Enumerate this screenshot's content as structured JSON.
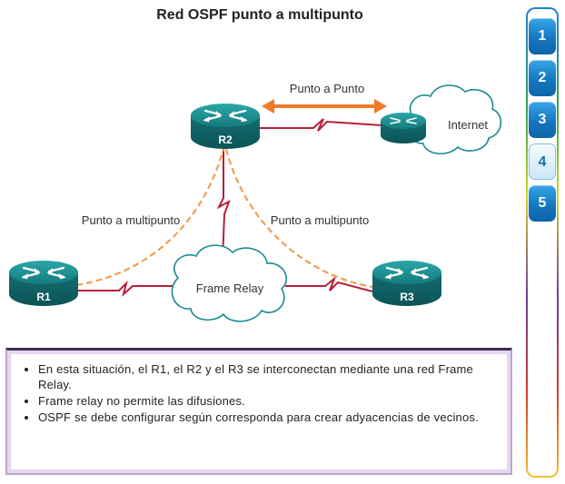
{
  "title": "Red OSPF punto a multipunto",
  "diagram": {
    "links": {
      "p2p": "Punto a Punto",
      "multipoint_left": "Punto a multipunto",
      "multipoint_right": "Punto a multipunto"
    },
    "clouds": {
      "internet": "Internet",
      "frame_relay": "Frame Relay"
    },
    "routers": {
      "r1": "R1",
      "r2": "R2",
      "r3": "R3",
      "isp": ""
    }
  },
  "notes": [
    "En esta situación, el R1, el R2 y el R3 se interconectan mediante una red Frame Relay.",
    "Frame relay no permite las difusiones.",
    "OSPF se debe configurar según corresponda para crear adyacencias de vecinos."
  ],
  "steps": {
    "items": [
      "1",
      "2",
      "3",
      "4",
      "5"
    ],
    "active": "4"
  },
  "colors": {
    "router_body": "#1d8c8f",
    "serial_link": "#b81d3a",
    "multipoint_dashed": "#f0a050",
    "p2p_arrow": "#ef7a2a",
    "step_button": "#1477c2"
  }
}
